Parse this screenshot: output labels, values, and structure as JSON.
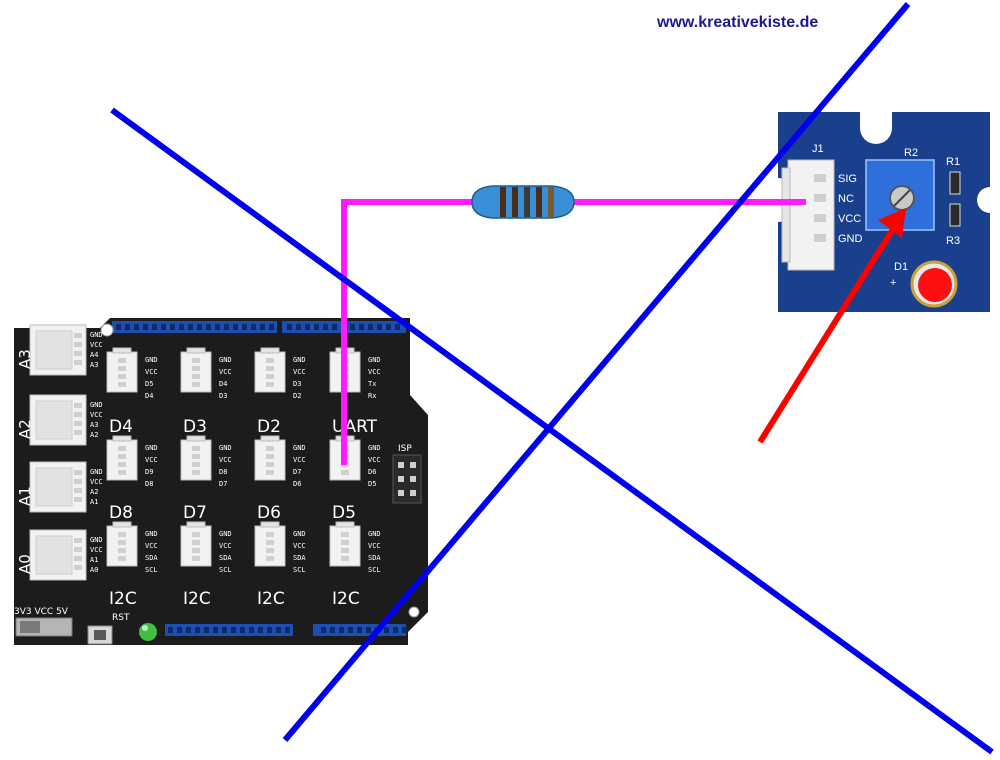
{
  "header": {
    "url": "www.kreativekiste.de"
  },
  "colors": {
    "board": "#1c1c1c",
    "header_pins": "#1e4fb0",
    "connector": "#f2f2f2",
    "module": "#1a3f8c",
    "wire": "#ff1aff",
    "cross": "#0000ee",
    "arrow": "#ff0000",
    "led": "#3fbf3f"
  },
  "shield": {
    "side_ports": [
      {
        "name": "A3",
        "pins": [
          "GND",
          "VCC",
          "A4",
          "A3"
        ]
      },
      {
        "name": "A2",
        "pins": [
          "GND",
          "VCC",
          "A3",
          "A2"
        ]
      },
      {
        "name": "A1",
        "pins": [
          "GND",
          "VCC",
          "A2",
          "A1"
        ]
      },
      {
        "name": "A0",
        "pins": [
          "GND",
          "VCC",
          "A1",
          "A0"
        ]
      }
    ],
    "row1": [
      {
        "name": "D4",
        "pins": [
          "GND",
          "VCC",
          "D5",
          "D4"
        ]
      },
      {
        "name": "D3",
        "pins": [
          "GND",
          "VCC",
          "D4",
          "D3"
        ]
      },
      {
        "name": "D2",
        "pins": [
          "GND",
          "VCC",
          "D3",
          "D2"
        ]
      },
      {
        "name": "UART",
        "pins": [
          "GND",
          "VCC",
          "Tx",
          "Rx"
        ]
      }
    ],
    "row2": [
      {
        "name": "D8",
        "pins": [
          "GND",
          "VCC",
          "D9",
          "D8"
        ]
      },
      {
        "name": "D7",
        "pins": [
          "GND",
          "VCC",
          "D8",
          "D7"
        ]
      },
      {
        "name": "D6",
        "pins": [
          "GND",
          "VCC",
          "D7",
          "D6"
        ]
      },
      {
        "name": "D5",
        "pins": [
          "GND",
          "VCC",
          "D6",
          "D5"
        ]
      }
    ],
    "row3": [
      {
        "name": "I2C",
        "pins": [
          "GND",
          "VCC",
          "SDA",
          "SCL"
        ]
      },
      {
        "name": "I2C",
        "pins": [
          "GND",
          "VCC",
          "SDA",
          "SCL"
        ]
      },
      {
        "name": "I2C",
        "pins": [
          "GND",
          "VCC",
          "SDA",
          "SCL"
        ]
      },
      {
        "name": "I2C",
        "pins": [
          "GND",
          "VCC",
          "SDA",
          "SCL"
        ]
      }
    ],
    "isp_label": "ISP",
    "voltage_switch": "3V3  VCC  5V",
    "reset_label": "RST"
  },
  "module": {
    "connector_label": "J1",
    "pins": [
      "SIG",
      "NC",
      "VCC",
      "GND"
    ],
    "pot_label": "R2",
    "res1_label": "R1",
    "res3_label": "R3",
    "led_label": "D1",
    "plus_label": "+"
  }
}
